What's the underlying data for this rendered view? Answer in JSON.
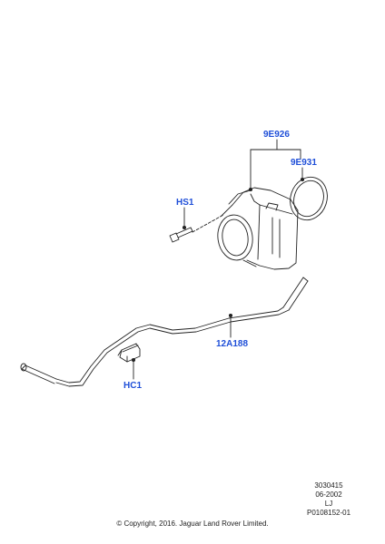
{
  "callouts": {
    "throttle_body": "9E926",
    "gasket": "9E931",
    "bolt": "HS1",
    "cable": "12A188",
    "clip": "HC1"
  },
  "drawing_meta": {
    "id_line1": "3030415",
    "id_line2": "06-2002",
    "id_line3": "LJ",
    "id_line4": "P0108152-01"
  },
  "copyright": "© Copyright, 2016. Jaguar Land Rover Limited.",
  "colors": {
    "callout": "#1f4fd8",
    "line": "#222222"
  }
}
